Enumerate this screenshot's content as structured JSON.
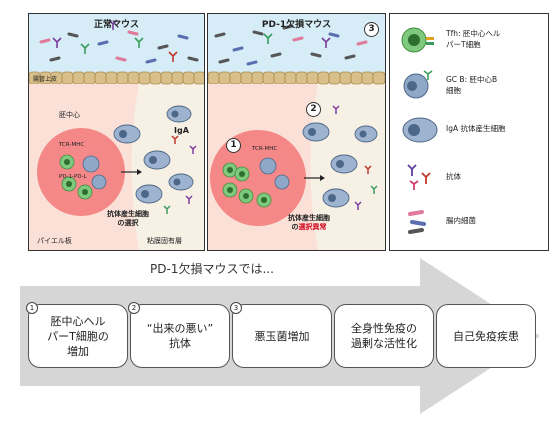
{
  "panels": {
    "normal": {
      "title": "正常マウス",
      "epithelium_label": "腸管上皮",
      "gc_label": "胚中心",
      "tcr_label": "TCR-MHC",
      "pd1_label": "PD-1-PD-L",
      "iga_label": "IgA",
      "selection_label": "抗体産生細胞\nの選択",
      "peyer_label": "パイエル板",
      "lamina_label": "粘膜固有層"
    },
    "pd1ko": {
      "title": "PD-1欠損マウス",
      "tcr_label": "TCR-MHC",
      "selection_label_a": "抗体産生細胞",
      "selection_label_b": "の",
      "selection_label_c": "選択異常"
    }
  },
  "legend": {
    "items": [
      {
        "icon": "tfh-cell-icon",
        "text": "Tfh: 胚中心ヘル\nパーT細胞"
      },
      {
        "icon": "gcb-cell-icon",
        "text": "GC B: 胚中心B\n細胞"
      },
      {
        "icon": "iga-plasma-cell-icon",
        "text": "IgA 抗体産生細胞"
      },
      {
        "icon": "antibody-icon",
        "text": "抗体"
      },
      {
        "icon": "gut-bacteria-icon",
        "text": "腸内細菌"
      }
    ]
  },
  "flow": {
    "heading": "PD-1欠損マウスでは...",
    "steps": [
      {
        "num": "1",
        "text": "胚中心ヘル\nパーT細胞の\n増加"
      },
      {
        "num": "2",
        "text": "“出来の悪い”\n抗体"
      },
      {
        "num": "3",
        "text": "悪玉菌増加"
      },
      {
        "num": "",
        "text": "全身性免疫の\n過剰な活性化"
      },
      {
        "num": "",
        "text": "自己免疫疾患"
      }
    ]
  },
  "markers": [
    "1",
    "2",
    "3"
  ],
  "colors": {
    "epithelium": "#d9c08a",
    "lumen": "#d6ecf6",
    "germinal_center": "#f26b6b",
    "tfh": "#7fc97f",
    "gcb": "#8fa8c8",
    "arrow": "#cfcfcf",
    "alert": "#d0021b"
  }
}
